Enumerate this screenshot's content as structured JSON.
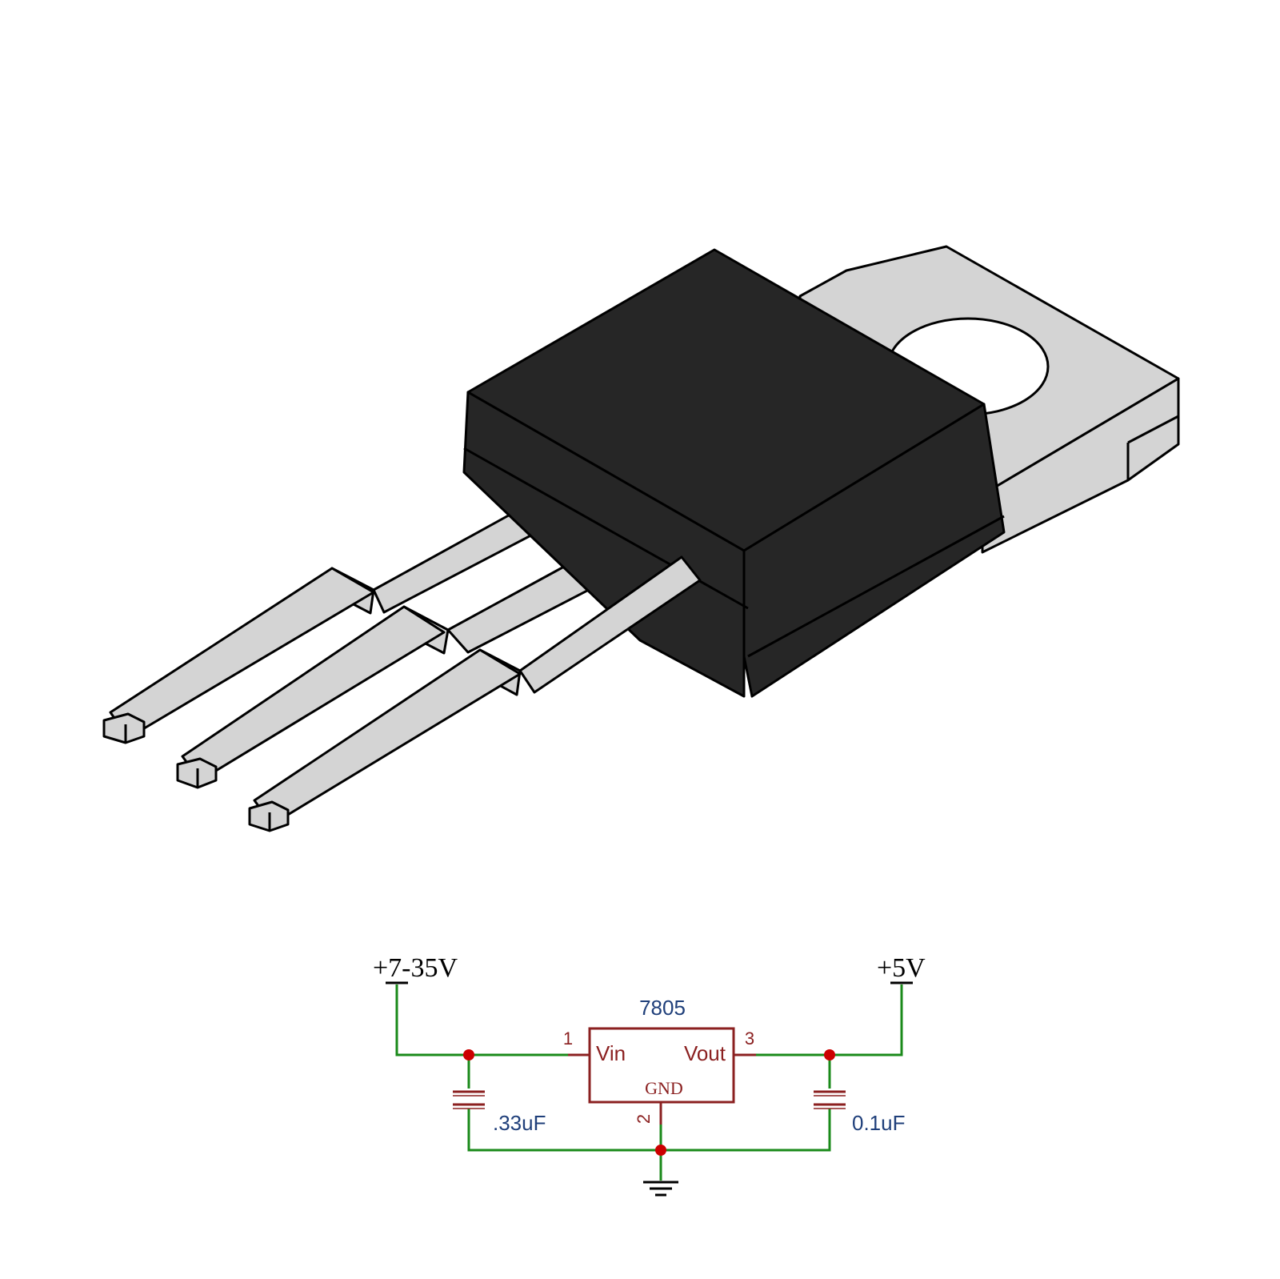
{
  "component": {
    "name": "7805",
    "package_image": "to-220-package-illustration"
  },
  "schematic": {
    "input_supply_label": "+7-35V",
    "output_supply_label": "+5V",
    "regulator_name": "7805",
    "pins": {
      "vin_label": "Vin",
      "vout_label": "Vout",
      "gnd_label": "GND",
      "pin1_number": "1",
      "pin2_number": "2",
      "pin3_number": "3"
    },
    "input_capacitor_label": ".33uF",
    "output_capacitor_label": "0.1uF"
  },
  "colors": {
    "body": "#262626",
    "lead_fill": "#d4d4d4",
    "outline": "#000000",
    "wire": "#1a8a1a",
    "junction": "#cc0000",
    "part_outline": "#8b2020",
    "part_label": "#1f3f7a",
    "supply_symbol": "#000000"
  }
}
